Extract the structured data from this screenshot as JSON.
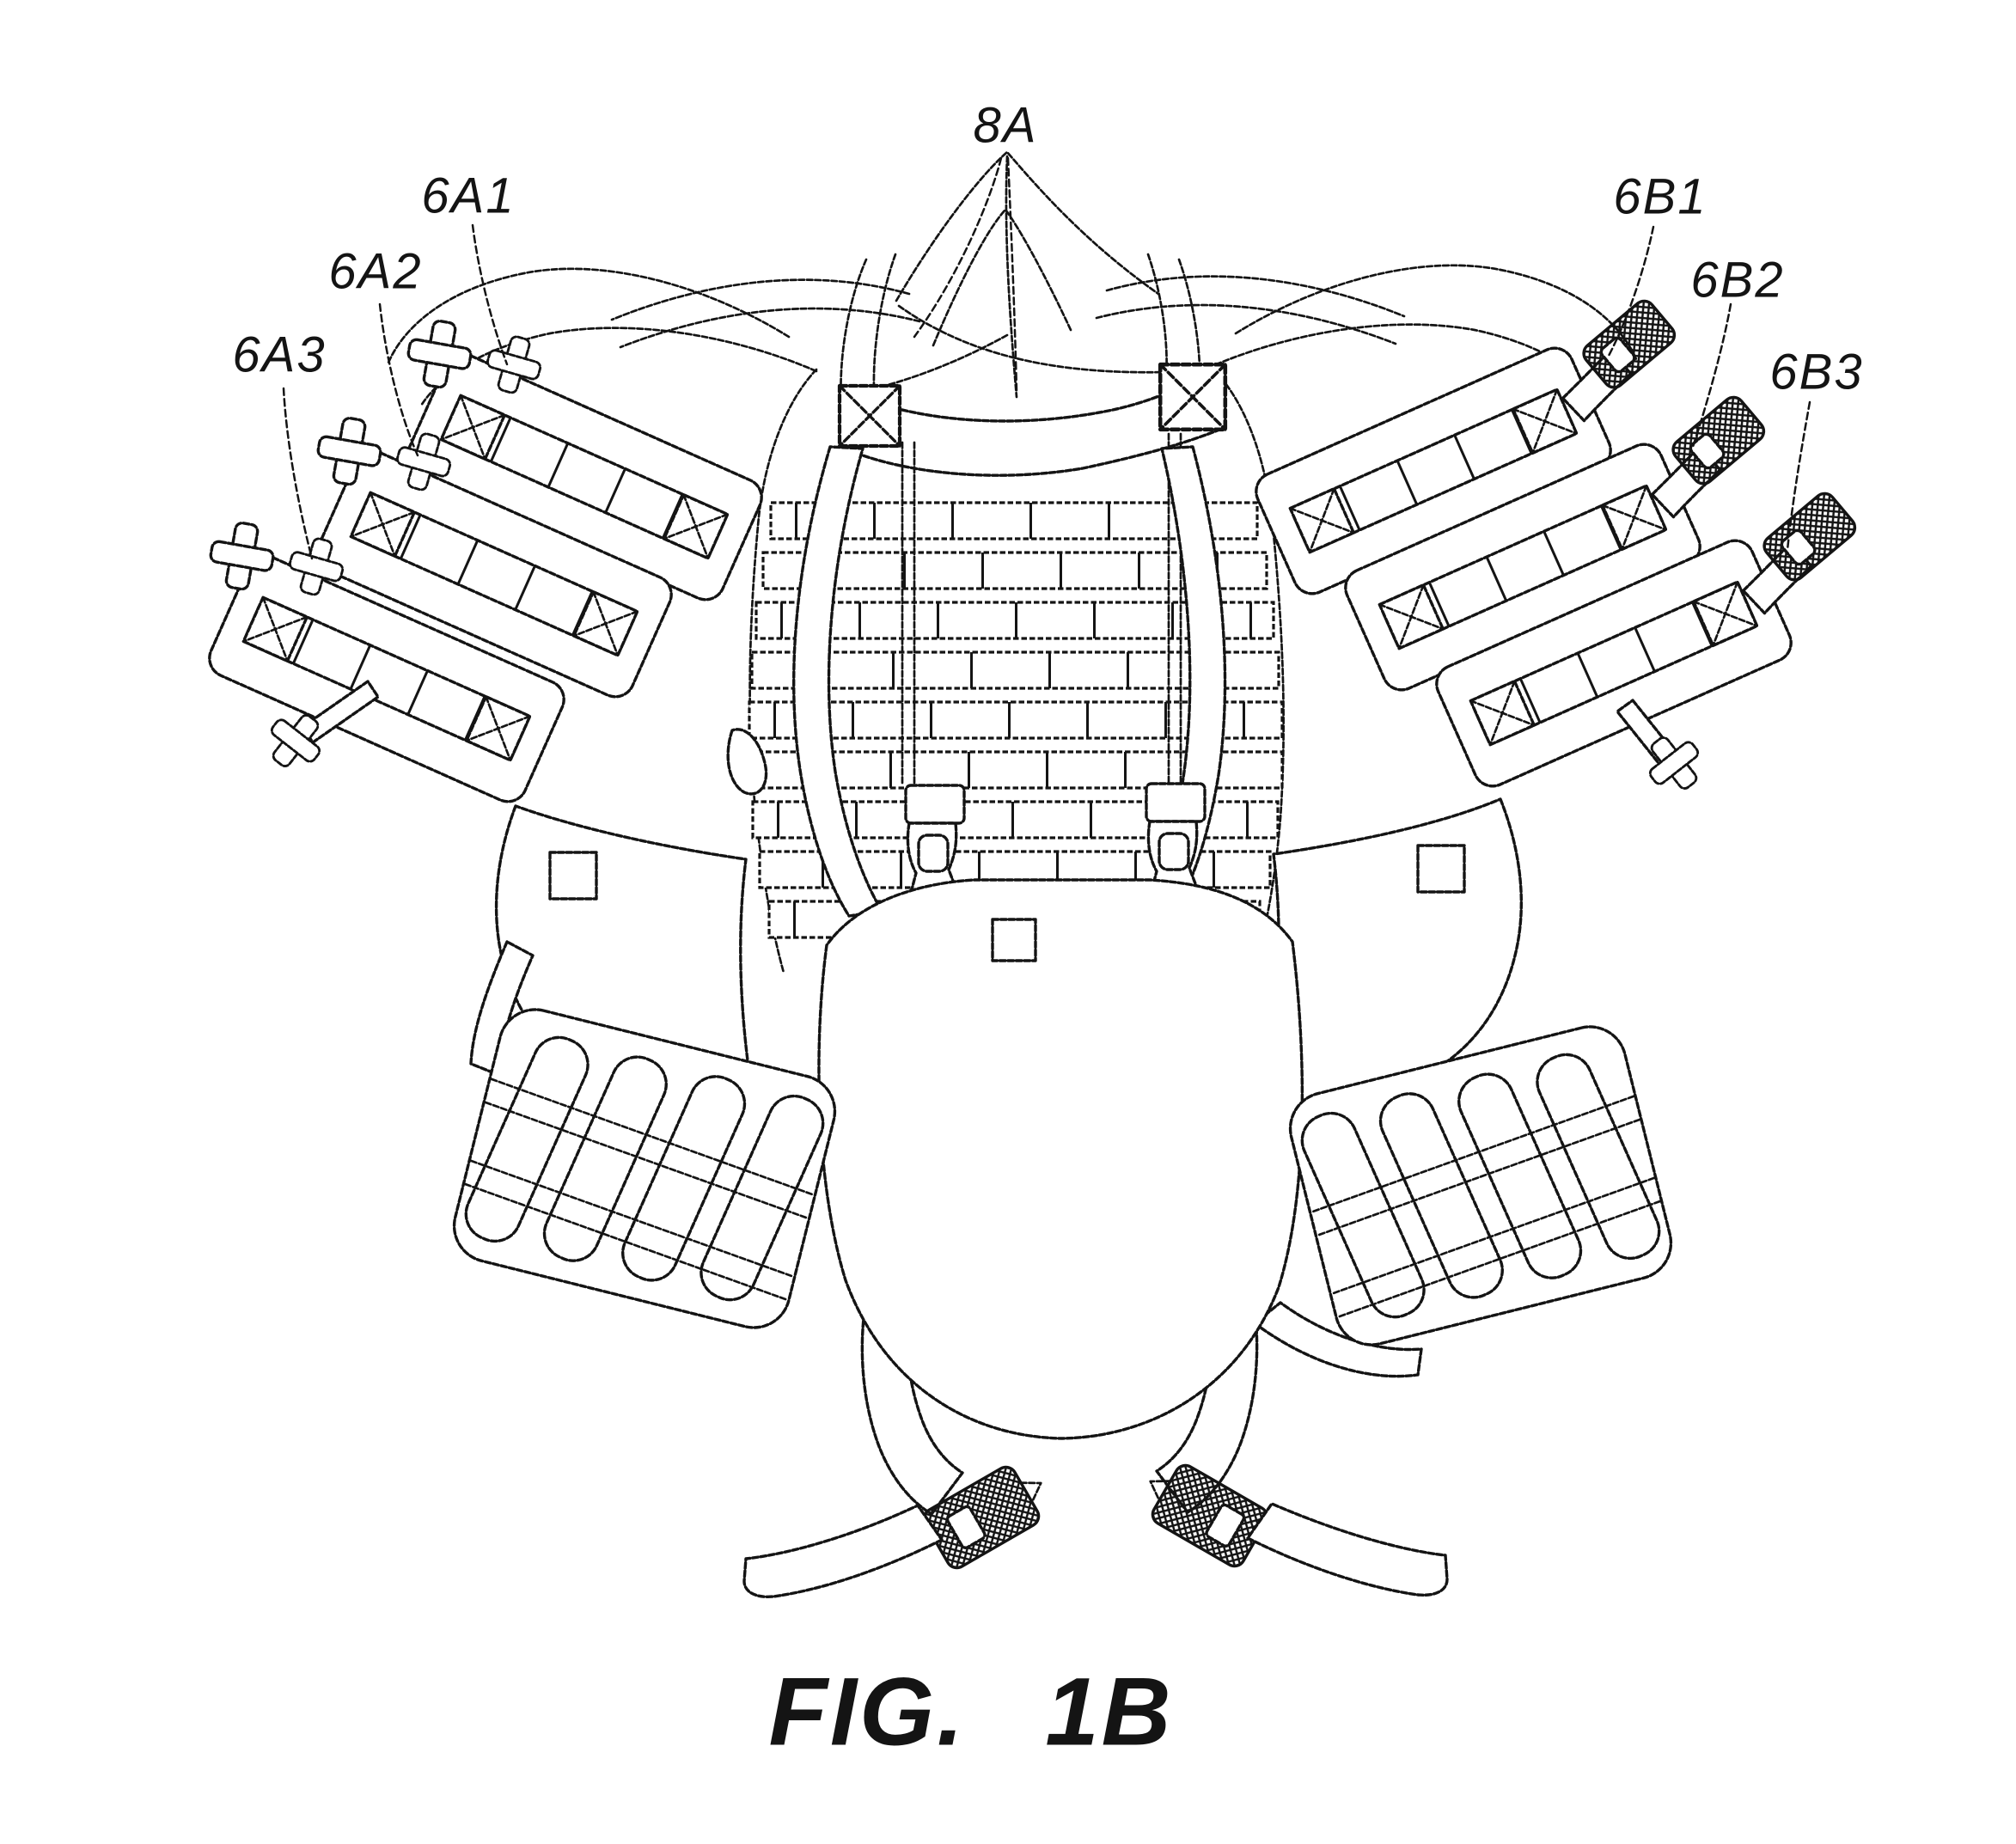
{
  "figure": {
    "caption": "FIG. 1B",
    "labels": [
      {
        "id": "6A1",
        "text": "6A1"
      },
      {
        "id": "6A2",
        "text": "6A2"
      },
      {
        "id": "6A3",
        "text": "6A3"
      },
      {
        "id": "8A",
        "text": "8A"
      },
      {
        "id": "6B1",
        "text": "6B1"
      },
      {
        "id": "6B2",
        "text": "6B2"
      },
      {
        "id": "6B3",
        "text": "6B3"
      }
    ],
    "style": {
      "line_color": "#141414",
      "background": "#ffffff"
    }
  }
}
